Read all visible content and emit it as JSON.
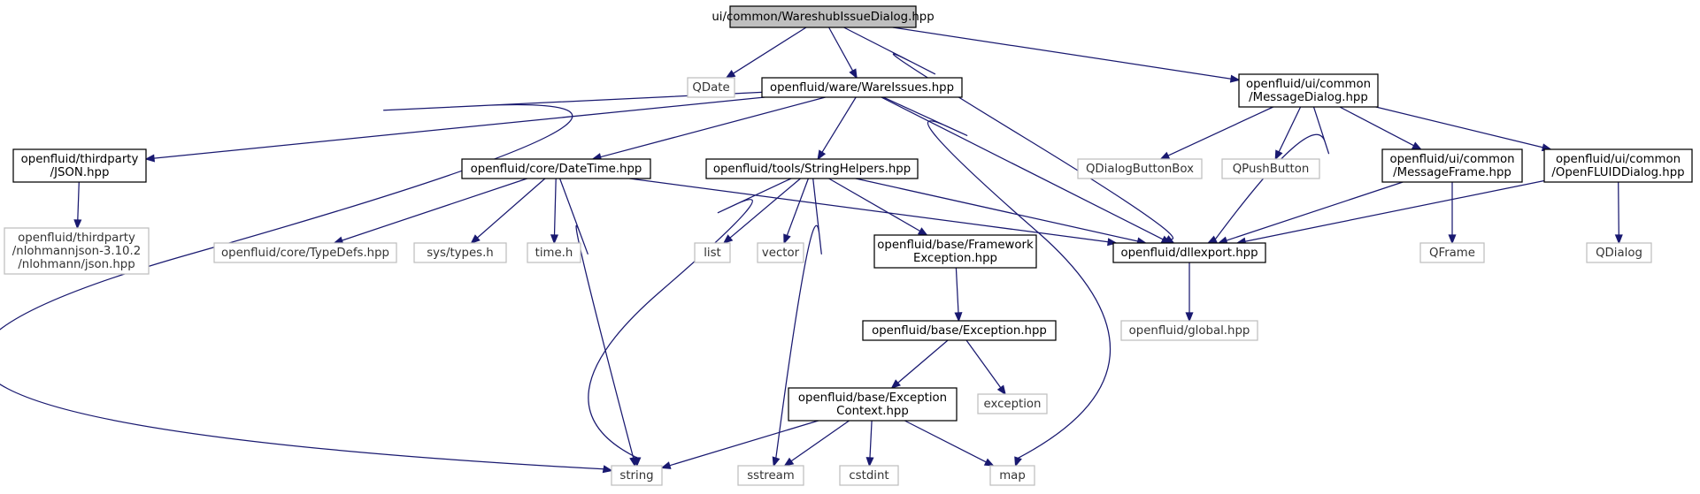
{
  "graph": {
    "nodes": [
      {
        "id": "root",
        "lines": [
          "ui/common/WareshubIssueDialog.hpp"
        ],
        "style": "root"
      },
      {
        "id": "qdate",
        "lines": [
          "QDate"
        ],
        "style": "ext"
      },
      {
        "id": "wareissues",
        "lines": [
          "openfluid/ware/WareIssues.hpp"
        ],
        "style": "main"
      },
      {
        "id": "msgdialog",
        "lines": [
          "openfluid/ui/common",
          "/MessageDialog.hpp"
        ],
        "style": "main"
      },
      {
        "id": "json",
        "lines": [
          "openfluid/thirdparty",
          "/JSON.hpp"
        ],
        "style": "main"
      },
      {
        "id": "datetime",
        "lines": [
          "openfluid/core/DateTime.hpp"
        ],
        "style": "main"
      },
      {
        "id": "stringhelpers",
        "lines": [
          "openfluid/tools/StringHelpers.hpp"
        ],
        "style": "main"
      },
      {
        "id": "qdialogbuttonbox",
        "lines": [
          "QDialogButtonBox"
        ],
        "style": "ext"
      },
      {
        "id": "qpushbutton",
        "lines": [
          "QPushButton"
        ],
        "style": "ext"
      },
      {
        "id": "msgframe",
        "lines": [
          "openfluid/ui/common",
          "/MessageFrame.hpp"
        ],
        "style": "main"
      },
      {
        "id": "ofdialog",
        "lines": [
          "openfluid/ui/common",
          "/OpenFLUIDDialog.hpp"
        ],
        "style": "main"
      },
      {
        "id": "nlohmann",
        "lines": [
          "openfluid/thirdparty",
          "/nlohmannjson-3.10.2",
          "/nlohmann/json.hpp"
        ],
        "style": "ext"
      },
      {
        "id": "typedefs",
        "lines": [
          "openfluid/core/TypeDefs.hpp"
        ],
        "style": "ext"
      },
      {
        "id": "systypes",
        "lines": [
          "sys/types.h"
        ],
        "style": "ext"
      },
      {
        "id": "timeh",
        "lines": [
          "time.h"
        ],
        "style": "ext"
      },
      {
        "id": "list",
        "lines": [
          "list"
        ],
        "style": "ext"
      },
      {
        "id": "vector",
        "lines": [
          "vector"
        ],
        "style": "ext"
      },
      {
        "id": "fwexception",
        "lines": [
          "openfluid/base/Framework",
          "Exception.hpp"
        ],
        "style": "main"
      },
      {
        "id": "dllexport",
        "lines": [
          "openfluid/dllexport.hpp"
        ],
        "style": "main"
      },
      {
        "id": "qframe",
        "lines": [
          "QFrame"
        ],
        "style": "ext"
      },
      {
        "id": "qdialog",
        "lines": [
          "QDialog"
        ],
        "style": "ext"
      },
      {
        "id": "global",
        "lines": [
          "openfluid/global.hpp"
        ],
        "style": "ext"
      },
      {
        "id": "exception_hpp",
        "lines": [
          "openfluid/base/Exception.hpp"
        ],
        "style": "main"
      },
      {
        "id": "exception_std",
        "lines": [
          "exception"
        ],
        "style": "ext"
      },
      {
        "id": "excontext",
        "lines": [
          "openfluid/base/Exception",
          "Context.hpp"
        ],
        "style": "main"
      },
      {
        "id": "string",
        "lines": [
          "string"
        ],
        "style": "ext"
      },
      {
        "id": "sstream",
        "lines": [
          "sstream"
        ],
        "style": "ext"
      },
      {
        "id": "cstdint",
        "lines": [
          "cstdint"
        ],
        "style": "ext"
      },
      {
        "id": "map",
        "lines": [
          "map"
        ],
        "style": "ext"
      }
    ],
    "edges": [
      [
        "root",
        "qdate"
      ],
      [
        "root",
        "wareissues"
      ],
      [
        "root",
        "dllexport"
      ],
      [
        "root",
        "msgdialog"
      ],
      [
        "wareissues",
        "json"
      ],
      [
        "wareissues",
        "datetime"
      ],
      [
        "wareissues",
        "stringhelpers"
      ],
      [
        "wareissues",
        "dllexport"
      ],
      [
        "wareissues",
        "string"
      ],
      [
        "wareissues",
        "map"
      ],
      [
        "json",
        "nlohmann"
      ],
      [
        "datetime",
        "typedefs"
      ],
      [
        "datetime",
        "systypes"
      ],
      [
        "datetime",
        "timeh"
      ],
      [
        "datetime",
        "string"
      ],
      [
        "datetime",
        "dllexport"
      ],
      [
        "stringhelpers",
        "list"
      ],
      [
        "stringhelpers",
        "vector"
      ],
      [
        "stringhelpers",
        "fwexception"
      ],
      [
        "stringhelpers",
        "dllexport"
      ],
      [
        "stringhelpers",
        "string"
      ],
      [
        "stringhelpers",
        "sstream"
      ],
      [
        "fwexception",
        "exception_hpp"
      ],
      [
        "exception_hpp",
        "excontext"
      ],
      [
        "exception_hpp",
        "exception_std"
      ],
      [
        "excontext",
        "string"
      ],
      [
        "excontext",
        "sstream"
      ],
      [
        "excontext",
        "cstdint"
      ],
      [
        "excontext",
        "map"
      ],
      [
        "msgdialog",
        "qdialogbuttonbox"
      ],
      [
        "msgdialog",
        "qpushbutton"
      ],
      [
        "msgdialog",
        "msgframe"
      ],
      [
        "msgdialog",
        "ofdialog"
      ],
      [
        "msgdialog",
        "dllexport"
      ],
      [
        "msgframe",
        "dllexport"
      ],
      [
        "msgframe",
        "qframe"
      ],
      [
        "ofdialog",
        "dllexport"
      ],
      [
        "ofdialog",
        "qdialog"
      ],
      [
        "dllexport",
        "global"
      ]
    ],
    "colors": {
      "edge": "#191970",
      "ext_border": "#bfbfbf",
      "root_fill": "#bfbfbf",
      "main_border": "#000000"
    }
  }
}
